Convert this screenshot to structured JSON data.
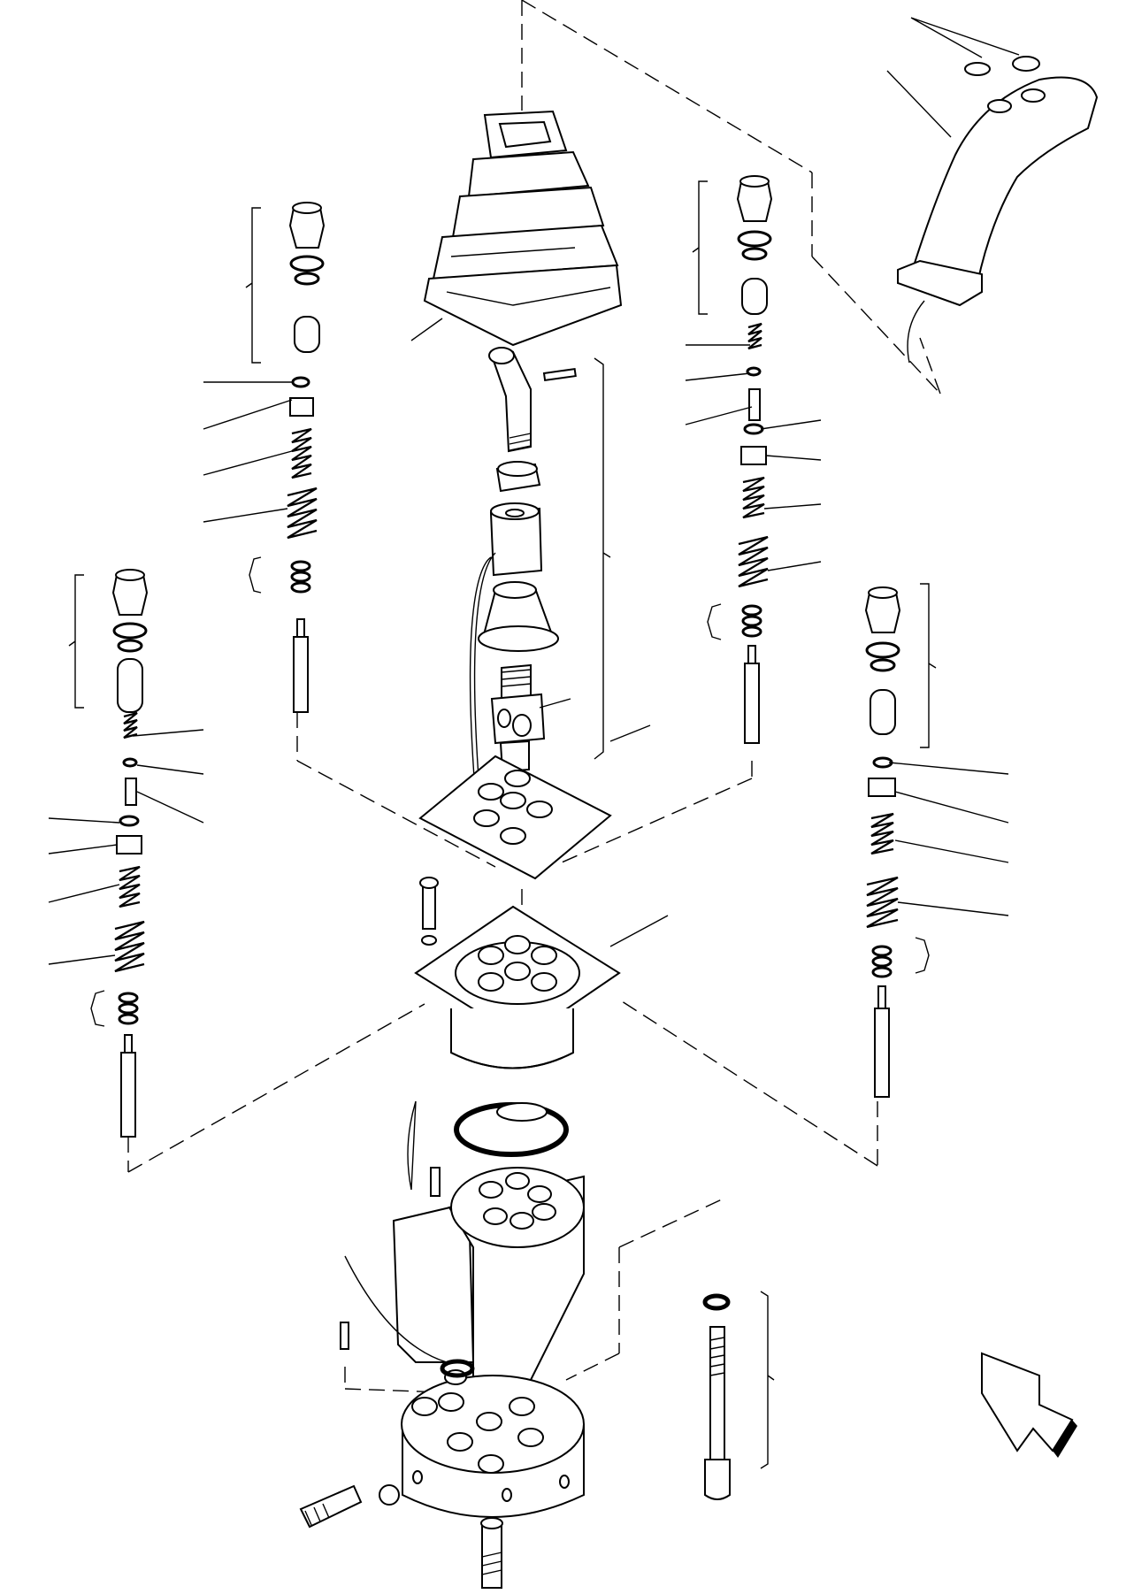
{
  "diagram": {
    "parts": [
      {
        "name": "rubber-boot"
      },
      {
        "name": "control-lever"
      },
      {
        "name": "lever-nut"
      },
      {
        "name": "coupling"
      },
      {
        "name": "inner-boot"
      },
      {
        "name": "universal-joint"
      },
      {
        "name": "gasket-plate"
      },
      {
        "name": "mounting-flange"
      },
      {
        "name": "o-ring-large"
      },
      {
        "name": "valve-body"
      },
      {
        "name": "hydraulic-base"
      },
      {
        "name": "cap-screw"
      },
      {
        "name": "joystick-handle"
      },
      {
        "name": "direction-arrow"
      }
    ],
    "valve_assemblies": 4
  }
}
